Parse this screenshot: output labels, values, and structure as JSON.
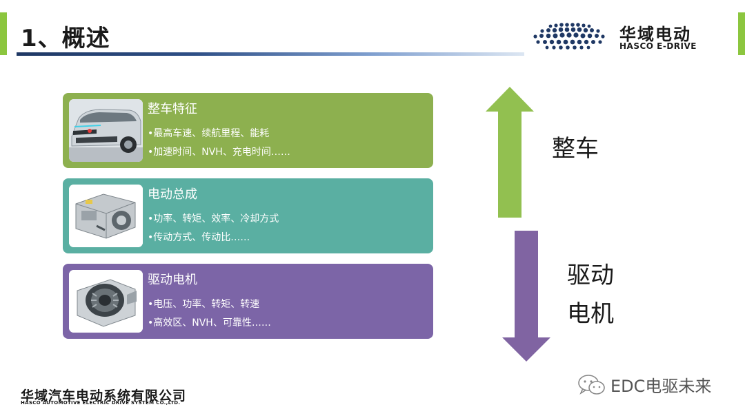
{
  "slide": {
    "title": "1、概述",
    "colors": {
      "accent_green": "#8cc63f",
      "title_underline": "#1f3864"
    }
  },
  "logo": {
    "name_cn": "华域电动",
    "name_en": "HASCO E-DRIVE",
    "icon": "dot-globe-logo"
  },
  "cards": [
    {
      "title": "整车特征",
      "lines": [
        "•最高车速、续航里程、能耗",
        "•加速时间、NVH、充电时间……"
      ],
      "color": "#8db04f",
      "image": "suv-car-photo"
    },
    {
      "title": "电动总成",
      "lines": [
        "•功率、转矩、效率、冷却方式",
        "•传动方式、传动比……"
      ],
      "color": "#5aafa2",
      "image": "electric-powertrain-photo"
    },
    {
      "title": "驱动电机",
      "lines": [
        "•电压、功率、转矩、转速",
        "•高效区、NVH、可靠性……"
      ],
      "color": "#7c65a7",
      "image": "drive-motor-photo"
    }
  ],
  "hierarchy": {
    "top_label": "整车",
    "bottom_label_lines": [
      "驱动",
      "电机"
    ],
    "up_arrow_color": "#92c050",
    "down_arrow_color": "#8064a2"
  },
  "footer": {
    "company_cn": "华域汽车电动系统有限公司",
    "company_en": "HASCO AUTOMOTIVE ELECTRIC DRIVE SYSTEM CO.,LTD."
  },
  "watermark": {
    "icon": "wechat-icon",
    "text": "EDC电驱未来"
  }
}
